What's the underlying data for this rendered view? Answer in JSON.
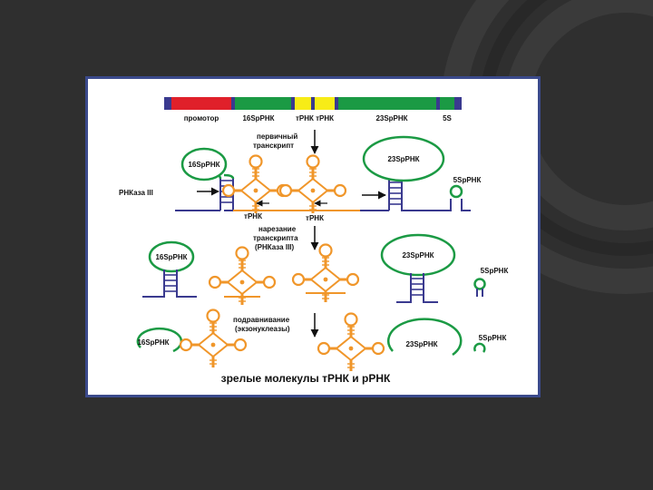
{
  "gene_segments": {
    "promoter": "промотор",
    "rrna_16s": "16SрРНК",
    "trna_pair": "тРНК тРНК",
    "rrna_23s": "23SрРНК",
    "rrna_5s": "5S"
  },
  "step1": {
    "label_line1": "первичный",
    "label_line2": "транскрипт"
  },
  "row1": {
    "loop_16s": "16SрРНК",
    "loop_23s": "23SрРНК",
    "loop_5s": "5SрРНК",
    "rnase": "РНКаза III",
    "trna_left": "тРНК",
    "trna_right": "тРНК"
  },
  "step2": {
    "label_line1": "нарезание",
    "label_line2": "транскрипта",
    "label_line3": "(РНКаза III)"
  },
  "row2": {
    "loop_16s": "16SрРНК",
    "loop_23s": "23SрРНК",
    "loop_5s": "5SрРНК"
  },
  "step3": {
    "label_line1": "подравнивание",
    "label_line2": "(экзонуклеазы)"
  },
  "row3": {
    "loop_16s": "16SрРНК",
    "loop_23s": "23SрРНК",
    "loop_5s": "5SрРНК"
  },
  "footer": "зрелые молекулы тРНК и рРНК",
  "colors": {
    "slide_bg": "#2f2f2f",
    "frame_border": "#3b4a8c",
    "promoter": "#e0202a",
    "rrna": "#1b9a44",
    "trna_segment": "#f7ec17",
    "spacer": "#3a3a8f",
    "trna": "#f0962a"
  }
}
